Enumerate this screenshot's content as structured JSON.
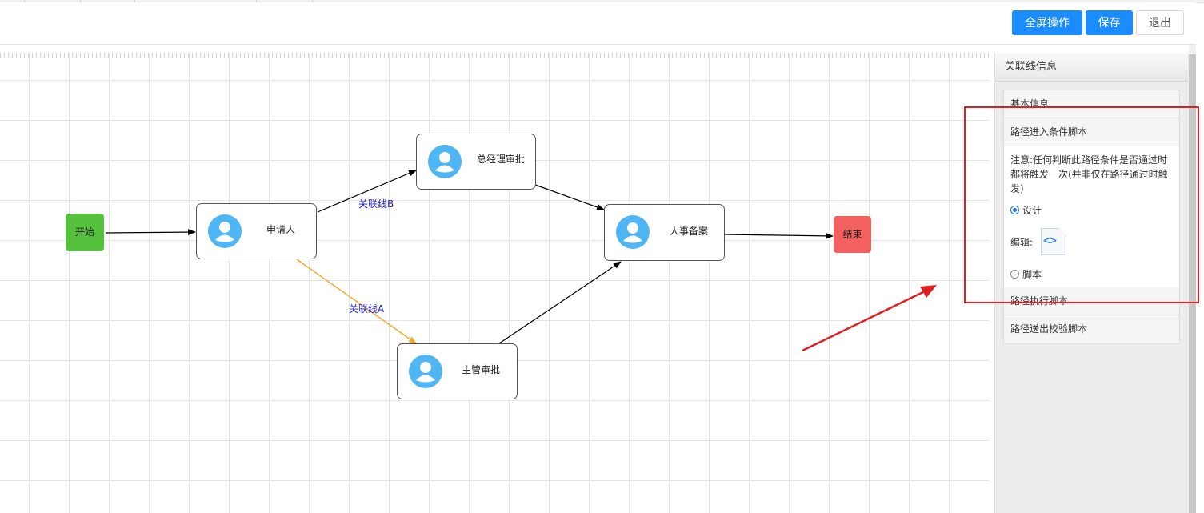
{
  "toolbar": {
    "fullscreen_label": "全屏操作",
    "save_label": "保存",
    "exit_label": "退出"
  },
  "colors": {
    "primary": "#1a8cff",
    "start_node": "#55c13d",
    "end_node": "#f36060",
    "highlight": "#e02020",
    "edge_selected": "#f5a623",
    "edge_label": "#2222cc",
    "avatar": "#4fb6f5"
  },
  "flow": {
    "start_label": "开始",
    "end_label": "结束",
    "nodes": {
      "applicant": "申请人",
      "gm_approval": "总经理审批",
      "hr_record": "人事备案",
      "supervisor_approval": "主管审批"
    },
    "edges": {
      "edge_b": "关联线B",
      "edge_a": "关联线A"
    },
    "node_icon": "user-avatar-icon"
  },
  "panel": {
    "title": "关联线信息",
    "sections": {
      "basic_info": "基本信息",
      "entry_condition": "路径进入条件脚本",
      "exec_script": "路径执行脚本",
      "exit_check": "路径送出校验脚本"
    },
    "entry_condition_body": {
      "note": "注意:任何判断此路径条件是否通过时都将触发一次(并非仅在路径通过时触发)",
      "mode_design_label": "设计",
      "mode_script_label": "脚本",
      "selected_mode": "设计",
      "edit_label": "编辑:",
      "edit_icon": "code-file-icon"
    }
  }
}
